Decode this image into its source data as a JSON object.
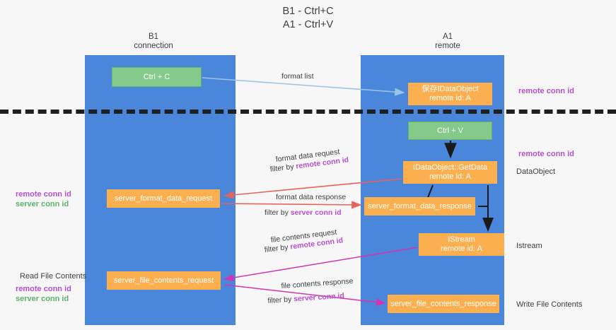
{
  "title": {
    "line1": "B1 - Ctrl+C",
    "line2": "A1 - Ctrl+V"
  },
  "columns": {
    "left": {
      "name": "B1",
      "role": "connection"
    },
    "right": {
      "name": "A1",
      "role": "remote"
    }
  },
  "boxes": {
    "ctrl_c": {
      "label": "Ctrl + C",
      "color": "#83ca8b"
    },
    "ctrl_v": {
      "label": "Ctrl + V",
      "color": "#83ca8b"
    },
    "save_idataobject": {
      "line1": "保存IDataObject",
      "line2": "remote id: A",
      "color": "#fbaf4f"
    },
    "getdata": {
      "line1": "IDataObject::GetData",
      "line2": "remote id: A",
      "color": "#fbaf4f"
    },
    "istream": {
      "line1": "IStream",
      "line2": "remote id: A",
      "color": "#fbaf4f"
    },
    "server_format_data_request": {
      "label": "server_format_data_request",
      "color": "#fbaf4f"
    },
    "server_format_data_response": {
      "label": "server_format_data_response",
      "color": "#fbaf4f"
    },
    "server_file_contents_request": {
      "label": "server_file_contents_request",
      "color": "#fbaf4f"
    },
    "server_file_contents_response": {
      "label": "server_file_contents_response",
      "color": "#fbaf4f"
    }
  },
  "flows": {
    "format_list": "format list",
    "format_data_request": "format data request",
    "format_data_request_filter_prefix": "filter by ",
    "format_data_request_filter_key": "remote conn id",
    "format_data_response": "format data response",
    "format_data_response_filter_prefix": "filter by ",
    "format_data_response_filter_key": "server conn id",
    "file_contents_request": "file contents request",
    "file_contents_request_filter_prefix": "filter by ",
    "file_contents_request_filter_key": "remote conn id",
    "file_contents_response": "file contents response",
    "file_contents_response_filter_prefix": "filter by ",
    "file_contents_response_filter_key": "server conn id"
  },
  "right_labels": {
    "remote_conn_id_top": "remote conn id",
    "remote_conn_id_mid": "remote conn id",
    "dataobject": "DataObject",
    "istream": "Istream",
    "write_file_contents": "Write File Contents"
  },
  "left_labels": {
    "remote_conn_id_1": "remote conn id",
    "server_conn_id_1": "server conn id",
    "read_file_contents": "Read File Contents",
    "remote_conn_id_2": "remote conn id",
    "server_conn_id_2": "server conn id"
  },
  "colors": {
    "lane": "#4a86d9",
    "orange": "#fbaf4f",
    "green": "#83ca8b",
    "purple": "#b44fd0",
    "green_text": "#5ab36a",
    "red_arrow": "#e8635b",
    "magenta_arrow": "#d633b0",
    "blue_arrow": "#9cc3e8",
    "dashed": "#1f1f1f",
    "background": "#f7f7f7"
  }
}
